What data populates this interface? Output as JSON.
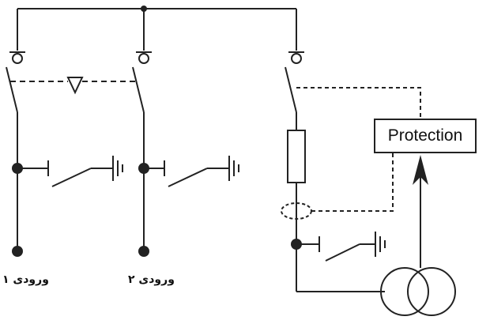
{
  "labels": {
    "input_1": "ورودی ۱",
    "input_2": "ورودی ۲",
    "protection": "Protection"
  },
  "colors": {
    "line": "#222222",
    "background": "#ffffff"
  },
  "icons": {
    "interlock": "triangle-down-icon",
    "ground": "ground-icon",
    "fuse": "fuse-icon",
    "ct": "current-transformer-icon",
    "transformer": "transformer-icon"
  }
}
